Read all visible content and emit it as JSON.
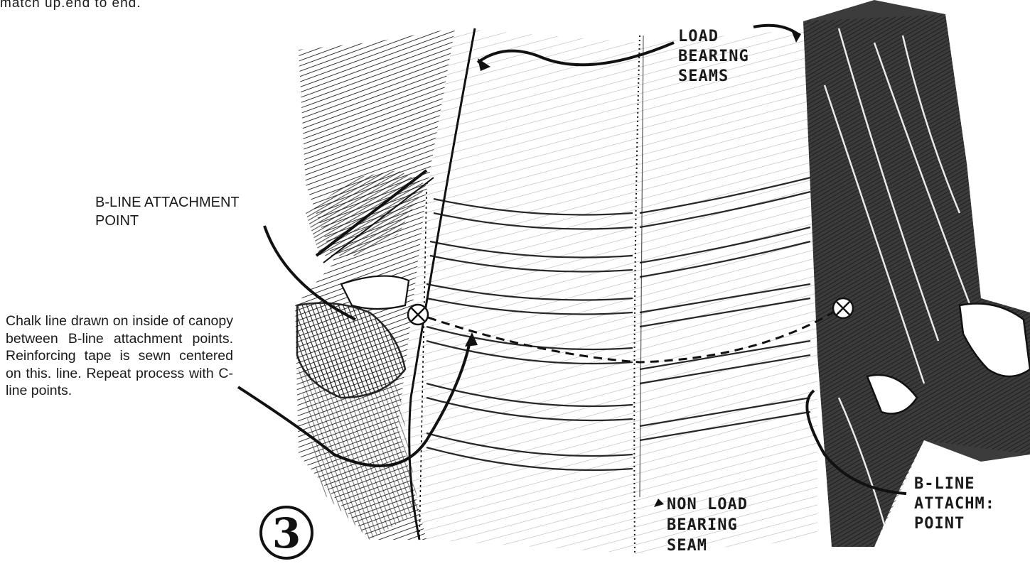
{
  "figure": {
    "top_note": "match up.end to end.",
    "step_number": "3",
    "labels": {
      "load_bearing_seams": "LOAD\nBEARING\nSEAMS",
      "b_line_attachment_left": "B-LINE ATTACHMENT\nPOINT",
      "chalk_line_note": "Chalk line drawn on inside of canopy between B-line attachment points. Reinforcing tape is sewn centered on this. line. Repeat process with C-line points.",
      "non_load_bearing_seam": "NON LOAD\nBEARING\nSEAM",
      "b_line_attachment_right": "B-LINE\nATTACHM:\nPOINT"
    }
  }
}
